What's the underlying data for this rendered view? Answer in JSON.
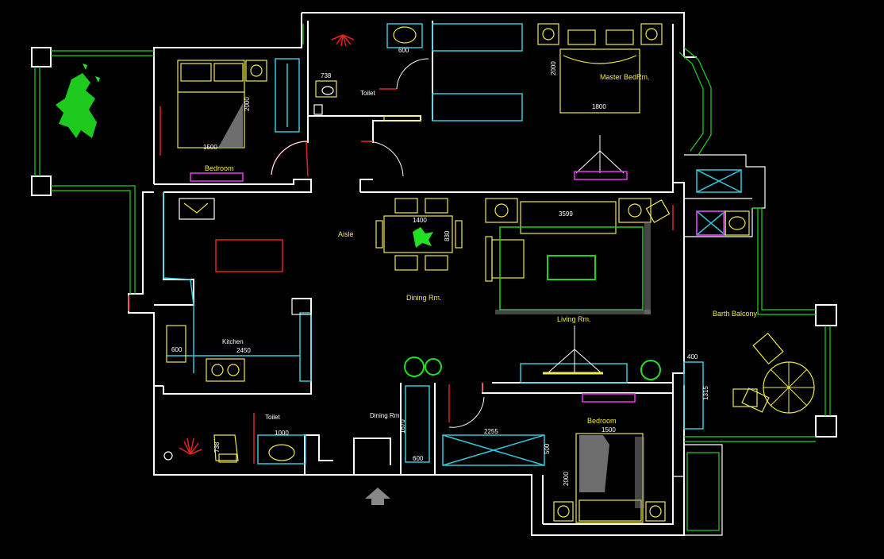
{
  "rooms": {
    "master_bedroom": {
      "label": "Master BedRm."
    },
    "bedroom_nw": {
      "label": "Bedroom"
    },
    "bedroom_s": {
      "label": "Bedroom"
    },
    "toilet_n": {
      "label": "Toilet"
    },
    "toilet_s": {
      "label": "Toilet"
    },
    "aisle": {
      "label": "Aisle"
    },
    "dining": {
      "label": "Dining Rm."
    },
    "dining_entry": {
      "label": "Dining Rm."
    },
    "living": {
      "label": "Living Rm."
    },
    "kitchen": {
      "label": "Kitchen"
    },
    "balcony": {
      "label": "Barth Balcony"
    }
  },
  "dimensions": {
    "d600_top": "600",
    "d738_top": "738",
    "d2000_master": "2000",
    "d1800_master": "1800",
    "d1500_nw": "1500",
    "d2000_nw": "2000",
    "d1400_table": "1400",
    "d830_table": "830",
    "d3599_sofa": "3599",
    "d600_kitchen": "600",
    "d2450_kitchen": "2450",
    "d738_bottom": "738",
    "d1000_bottom": "1000",
    "d1670": "1670",
    "d600_bottom": "600",
    "d2255": "2255",
    "d500": "500",
    "d1500_s": "1500",
    "d2000_s": "2000",
    "d400": "400",
    "d1315": "1315"
  },
  "colors": {
    "walls": "#ffffff",
    "furniture": "#f2e94b",
    "cabinets": "#34c8d8",
    "windows": "#1fd41f",
    "accent": "#e62ee6",
    "doors": "#e32222"
  }
}
